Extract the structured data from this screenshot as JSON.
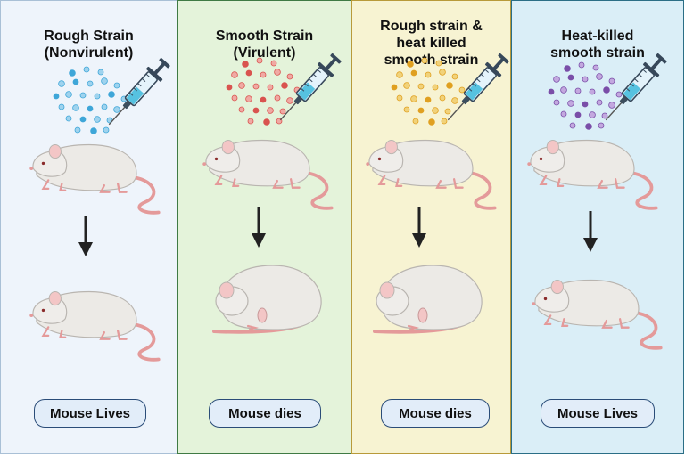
{
  "panels": [
    {
      "id": "rough-strain",
      "title_lines": [
        "Rough Strain",
        "(Nonvirulent)"
      ],
      "outcome": "Mouse Lives",
      "background": "#eef4fb",
      "border": "#a9c0d6",
      "dot_color": "#3ea6d8",
      "dot_fill": "#9fd3ee",
      "result_state": "alive",
      "icons": [
        "bacteria-dots-icon",
        "syringe-icon",
        "mouse-icon",
        "down-arrow-icon",
        "mouse-icon"
      ]
    },
    {
      "id": "smooth-strain",
      "title_lines": [
        "Smooth Strain",
        "(Virulent)"
      ],
      "outcome": "Mouse dies",
      "background": "#e4f3da",
      "border": "#3f7a44",
      "dot_color": "#d9534f",
      "dot_fill": "#f0a9a3",
      "result_state": "dead",
      "icons": [
        "bacteria-dots-icon",
        "syringe-icon",
        "mouse-icon",
        "down-arrow-icon",
        "dead-mouse-icon"
      ]
    },
    {
      "id": "rough-plus-heat-killed",
      "title_lines": [
        "Rough strain &",
        "heat killed",
        "smooth strain"
      ],
      "outcome": "Mouse dies",
      "background": "#f7f3d2",
      "border": "#b89a3a",
      "dot_color": "#e0a020",
      "dot_fill": "#f1d27a",
      "result_state": "dead",
      "icons": [
        "bacteria-dots-icon",
        "syringe-icon",
        "mouse-icon",
        "down-arrow-icon",
        "dead-mouse-icon"
      ]
    },
    {
      "id": "heat-killed-smooth",
      "title_lines": [
        "Heat-killed",
        "smooth strain"
      ],
      "outcome": "Mouse Lives",
      "background": "#daeef7",
      "border": "#2b6e86",
      "dot_color": "#7a4ea8",
      "dot_fill": "#c3a8df",
      "result_state": "alive",
      "icons": [
        "bacteria-dots-icon",
        "syringe-icon",
        "mouse-icon",
        "down-arrow-icon",
        "mouse-icon"
      ]
    }
  ]
}
